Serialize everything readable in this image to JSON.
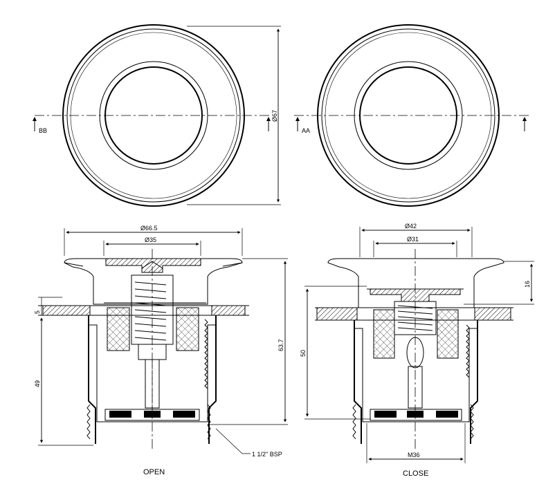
{
  "top_views": {
    "left": {
      "section_label": "BB",
      "diameter_label": "Ø67"
    },
    "right": {
      "section_label": "AA"
    }
  },
  "open_view": {
    "label": "OPEN",
    "dim_outer": "Ø66.5",
    "dim_inner": "Ø35",
    "dim_flange": "5",
    "dim_height": "49",
    "dim_total": "63.7",
    "thread_label": "1 1/2\" BSP"
  },
  "close_view": {
    "label": "CLOSE",
    "dim_outer": "Ø42",
    "dim_inner": "Ø31",
    "dim_cap": "16",
    "dim_height": "50",
    "dim_thread": "M36"
  }
}
